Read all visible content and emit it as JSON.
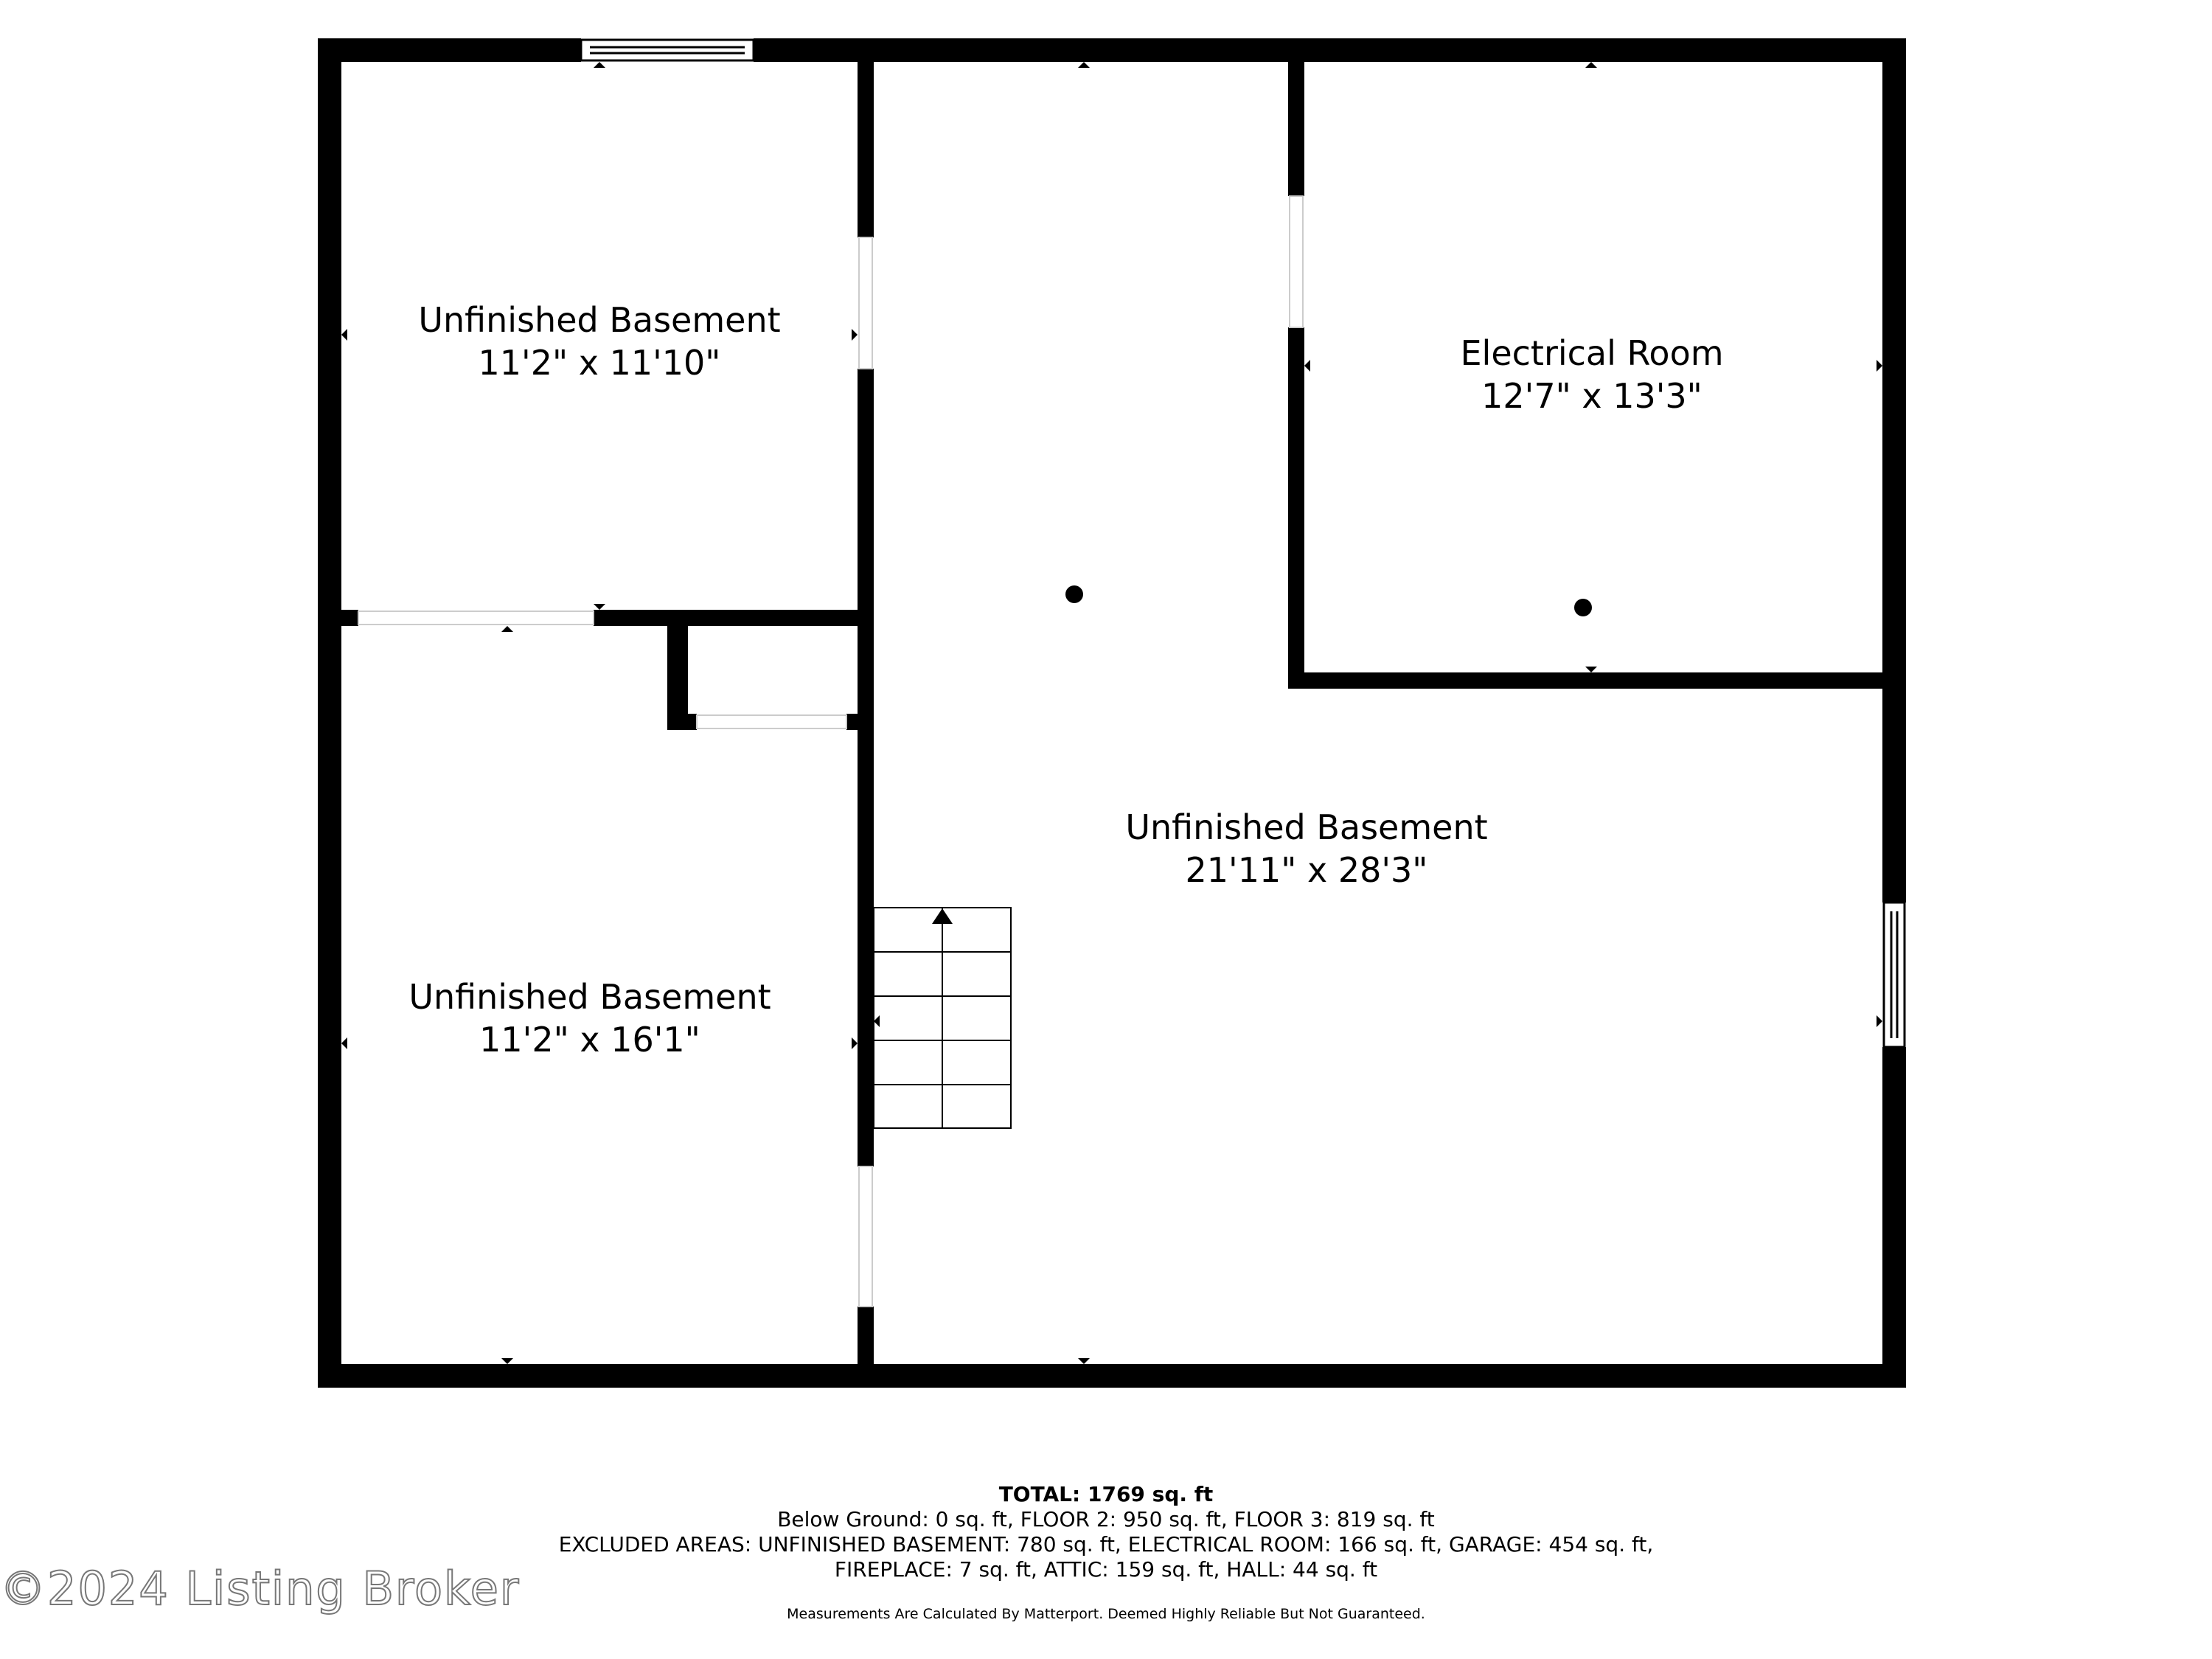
{
  "rooms": [
    {
      "name": "Unfinished Basement",
      "dimensions": "11'2\" x 11'10\""
    },
    {
      "name": "Unfinished Basement",
      "dimensions": "11'2\" x 16'1\""
    },
    {
      "name": "Unfinished Basement",
      "dimensions": "21'11\" x 28'3\""
    },
    {
      "name": "Electrical Room",
      "dimensions": "12'7\" x 13'3\""
    }
  ],
  "footer": {
    "total": "TOTAL: 1769 sq. ft",
    "below_ground": "Below Ground: 0 sq. ft, FLOOR 2: 950 sq. ft, FLOOR 3: 819 sq. ft",
    "excluded_line1": "EXCLUDED AREAS: UNFINISHED BASEMENT: 780 sq. ft, ELECTRICAL ROOM: 166 sq. ft, GARAGE: 454 sq. ft,",
    "excluded_line2": "FIREPLACE: 7 sq. ft, ATTIC: 159 sq. ft, HALL: 44 sq. ft",
    "disclaimer": "Measurements Are Calculated By Matterport. Deemed Highly Reliable But Not Guaranteed."
  },
  "watermark": "©2024 Listing Broker",
  "colors": {
    "wall": "#000000",
    "background": "#ffffff",
    "watermark_stroke": "#777777"
  }
}
